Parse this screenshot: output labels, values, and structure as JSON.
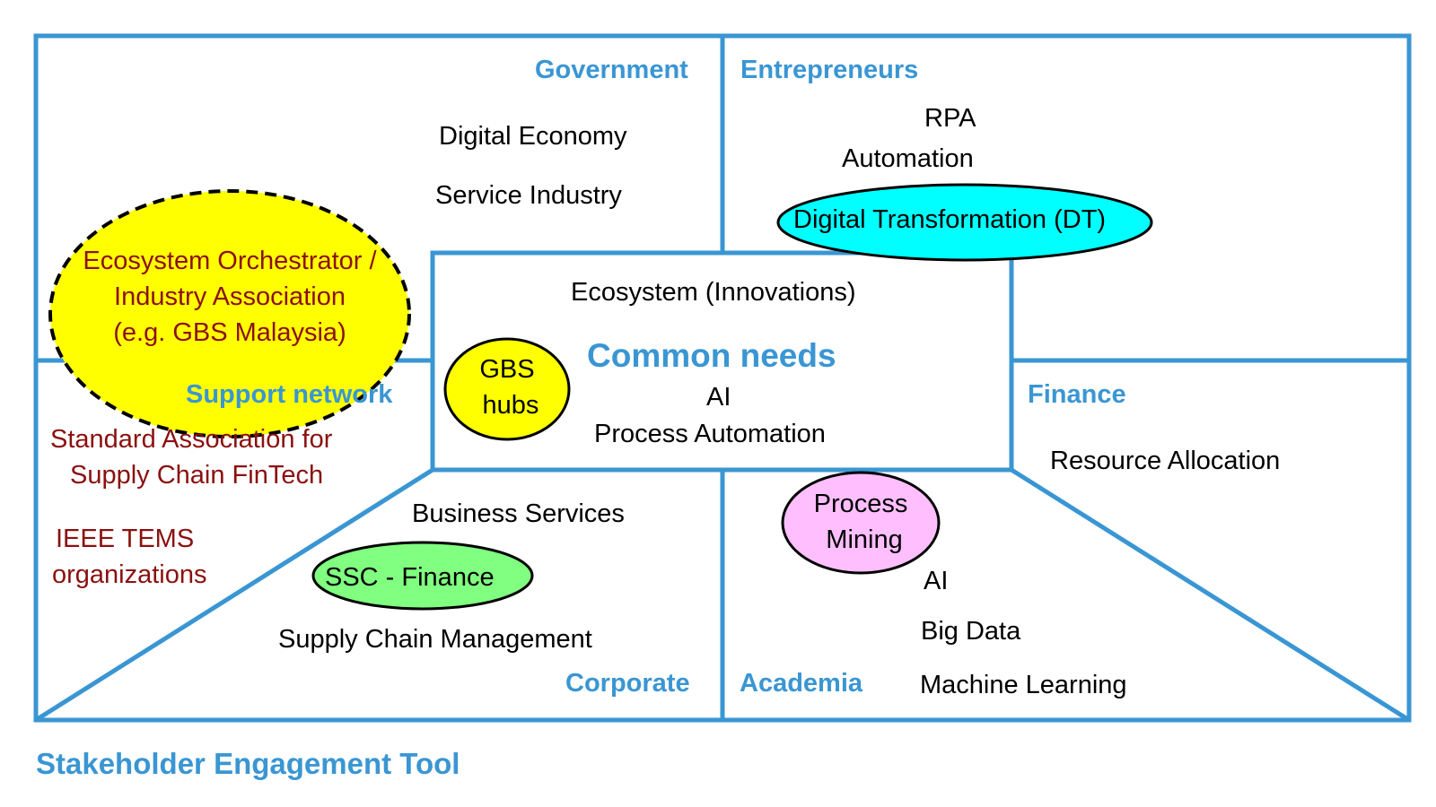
{
  "colors": {
    "line": "#3a96d3",
    "heading": "#3a96d3",
    "support_text": "#8b1010",
    "orchestrator_fill": "#ffff00",
    "gbs_fill": "#ffff00",
    "dt_fill": "#00ffff",
    "ssc_fill": "#80ff80",
    "pm_fill": "#ffbfff"
  },
  "government": {
    "heading": "Government",
    "items": [
      "Digital Economy",
      "Service Industry"
    ]
  },
  "entrepreneurs": {
    "heading": "Entrepreneurs",
    "items": [
      "RPA",
      "Automation"
    ],
    "highlight": "Digital Transformation (DT)"
  },
  "support": {
    "heading": "Support network",
    "items": [
      "Standard Association for",
      "Supply Chain FinTech",
      "IEEE TEMS",
      "organizations"
    ]
  },
  "orchestrator": {
    "lines": [
      "Ecosystem Orchestrator /",
      "Industry Association",
      "(e.g. GBS Malaysia)"
    ]
  },
  "center": {
    "top": "Ecosystem (Innovations)",
    "title": "Common needs",
    "items": [
      "AI",
      "Process Automation"
    ],
    "gbs_lines": [
      "GBS",
      "hubs"
    ]
  },
  "finance": {
    "heading": "Finance",
    "items": [
      "Resource Allocation"
    ]
  },
  "corporate": {
    "heading": "Corporate",
    "items": [
      "Business Services",
      "Supply Chain Management"
    ],
    "highlight": "SSC - Finance"
  },
  "academia": {
    "heading": "Academia",
    "highlight_lines": [
      "Process",
      "Mining"
    ],
    "items": [
      "AI",
      "Big Data",
      "Machine Learning"
    ]
  },
  "caption": "Stakeholder Engagement Tool"
}
